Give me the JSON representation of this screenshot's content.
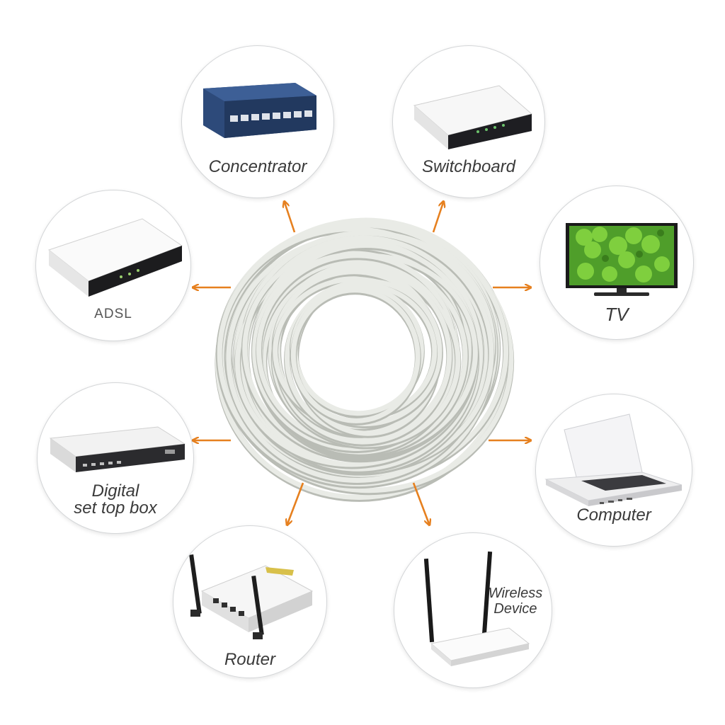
{
  "colors": {
    "arrow": "#e6801f",
    "cable": "#e9ebe6",
    "cable_shadow": "#b9bcb5",
    "node_border": "#d4d6d8"
  },
  "center": {
    "name": "network-cable-coil"
  },
  "devices": [
    {
      "id": "concentrator",
      "label": "Concentrator",
      "icon": "concentrator-icon"
    },
    {
      "id": "switchboard",
      "label": "Switchboard",
      "icon": "switchboard-icon"
    },
    {
      "id": "adsl",
      "label": "ADSL",
      "icon": "adsl-modem-icon"
    },
    {
      "id": "tv",
      "label": "TV",
      "icon": "tv-icon"
    },
    {
      "id": "set-top-box",
      "label_line1": "Digital",
      "label_line2": "set top box",
      "icon": "set-top-box-icon"
    },
    {
      "id": "computer",
      "label": "Computer",
      "icon": "laptop-icon"
    },
    {
      "id": "router",
      "label": "Router",
      "icon": "router-icon"
    },
    {
      "id": "wireless",
      "label_line1": "Wireless",
      "label_line2": "Device",
      "icon": "wireless-router-icon"
    }
  ]
}
